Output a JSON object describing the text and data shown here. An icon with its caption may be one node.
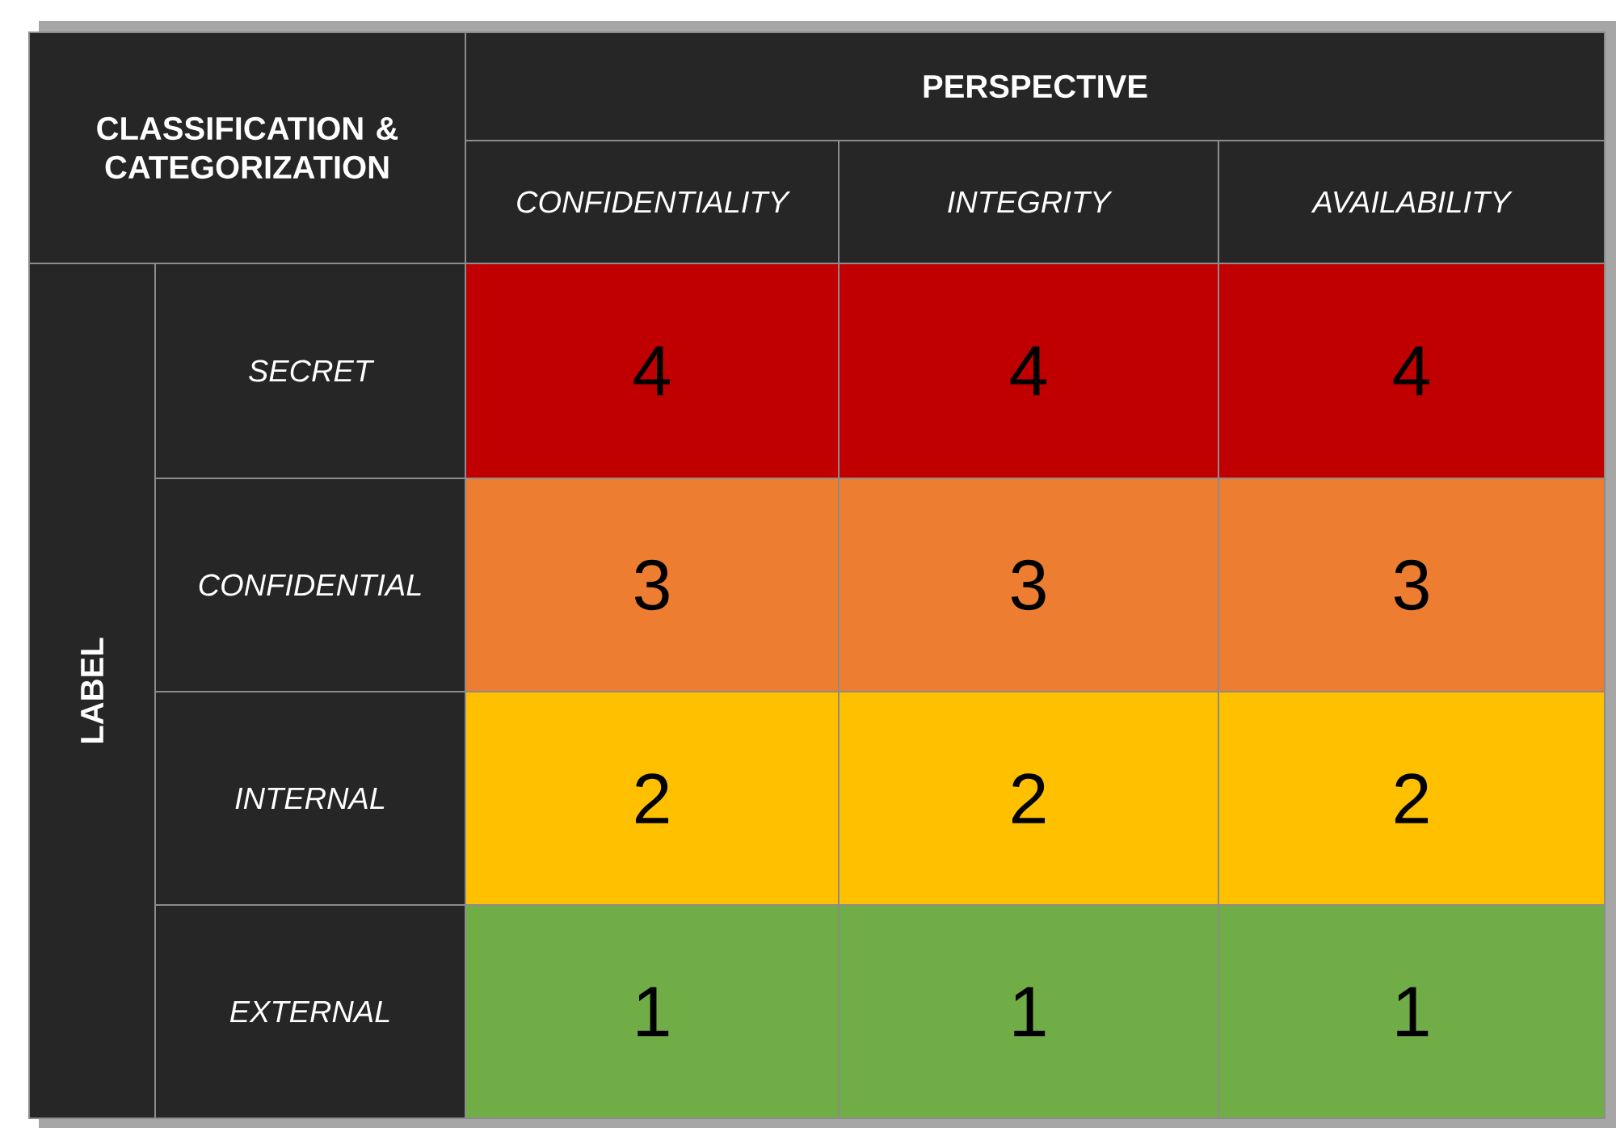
{
  "diagram": {
    "labels": [
      "CLASSIFICATION & CATEGORIZATION",
      "PERSPECTIVE",
      "CONFIDENTIALITY",
      "INTEGRITY",
      "AVAILABILITY",
      "LABEL",
      "SECRET",
      "4",
      "4",
      "4",
      "CONFIDENTIAL",
      "3",
      "3",
      "3",
      "INTERNAL",
      "2",
      "2",
      "2",
      "EXTERNAL",
      "1",
      "1",
      "1"
    ]
  }
}
